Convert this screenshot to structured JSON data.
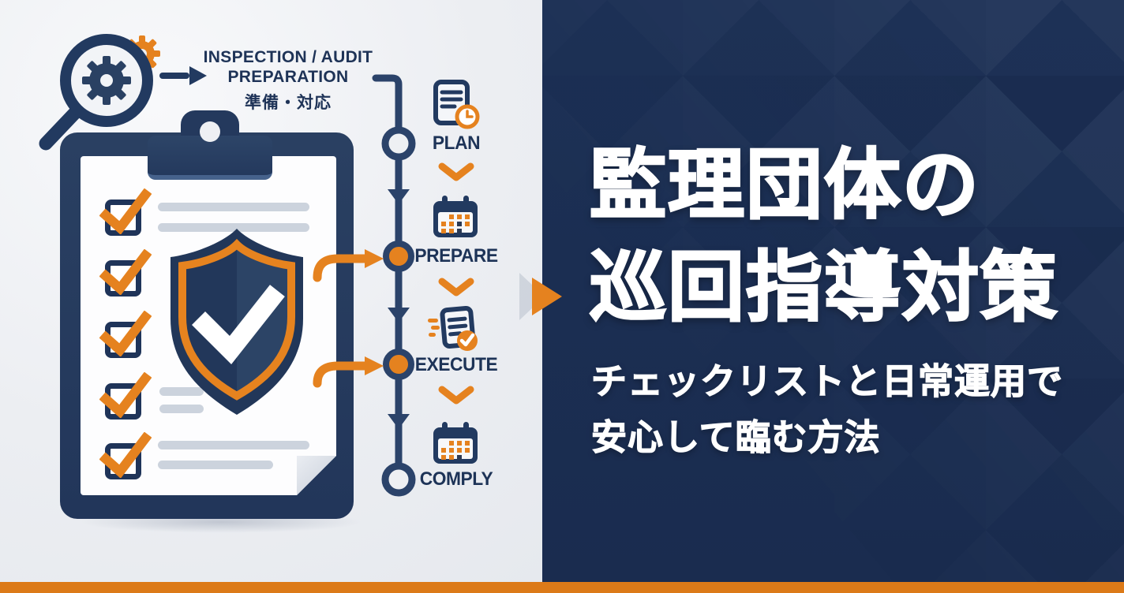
{
  "left_panel": {
    "header": {
      "line1": "INSPECTION / AUDIT",
      "line2": "PREPARATION",
      "line3": "準備・対応"
    },
    "timeline": {
      "steps": [
        {
          "label": "PLAN",
          "icon": "document-clock-icon",
          "node": "open-circle"
        },
        {
          "label": "PREPARE",
          "icon": "calendar-icon",
          "node": "filled-orange-circle"
        },
        {
          "label": "EXECUTE",
          "icon": "document-check-icon",
          "node": "filled-orange-circle"
        },
        {
          "label": "COMPLY",
          "icon": "calendar-icon",
          "node": "open-circle"
        }
      ]
    },
    "checklist": {
      "item_count": 5,
      "all_checked": true
    },
    "illustrations": [
      "magnifier-gear-icon",
      "clipboard-icon",
      "shield-check-icon"
    ]
  },
  "right_panel": {
    "title_line1": "監理団体の",
    "title_line2": "巡回指導対策",
    "subtitle_line1": "チェックリストと日常運用で",
    "subtitle_line2": "安心して臨む方法"
  },
  "colors": {
    "navy_panel": "#1b2e52",
    "navy_icon": "#223a60",
    "orange_accent": "#e5821f",
    "orange_bar": "#dc7a18",
    "light_background": "#eef0f3",
    "paper_white": "#fdfdfe",
    "line_gray": "#ccd3dd"
  }
}
